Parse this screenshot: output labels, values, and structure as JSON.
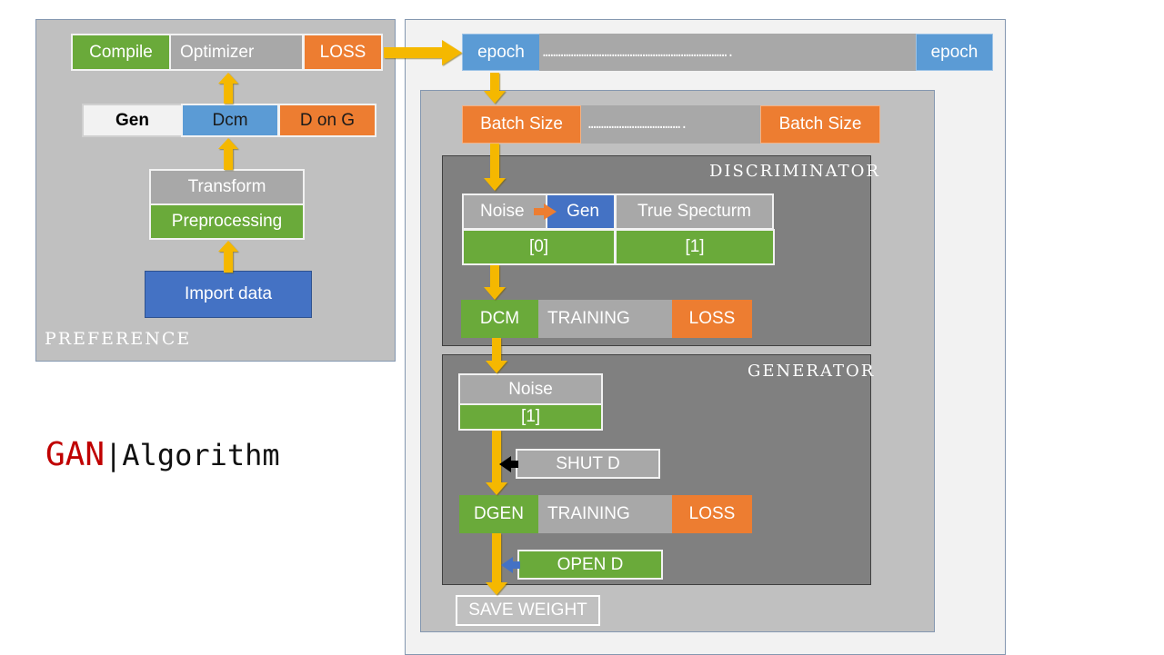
{
  "preference": {
    "label": "PREFERENCE",
    "compile": "Compile",
    "optimizer": "Optimizer",
    "loss": "LOSS",
    "gen": "Gen",
    "dcm": "Dcm",
    "d_on_g": "D on G",
    "transform": "Transform",
    "preprocessing": "Preprocessing",
    "import_data": "Import data"
  },
  "title": {
    "gan": "GAN",
    "sep": "|",
    "algorithm": "Algorithm"
  },
  "training": {
    "epoch_start": "epoch",
    "epoch_dots": "……………………………………………………………….",
    "epoch_end": "epoch",
    "batch_start": "Batch Size",
    "batch_dots": "……………………………….",
    "batch_end": "Batch Size",
    "save_weight": "SAVE WEIGHT"
  },
  "discriminator": {
    "label": "DISCRIMINATOR",
    "noise": "Noise",
    "gen": "Gen",
    "true_spectrum": "True Specturm",
    "label_zero": "[0]",
    "label_one": "[1]",
    "dcm": "DCM",
    "training": "TRAINING",
    "loss": "LOSS"
  },
  "generator": {
    "label": "GENERATOR",
    "noise": "Noise",
    "label_one": "[1]",
    "shut_d": "SHUT D",
    "dgen": "DGEN",
    "training": "TRAINING",
    "loss": "LOSS",
    "open_d": "OPEN D"
  },
  "colors": {
    "green": "#6aaa3a",
    "gray": "#a8a8a8",
    "orange": "#ed7d31",
    "light_blue": "#5b9bd5",
    "blue": "#4472c4",
    "arrow": "#f5b800",
    "title_red": "#c00000"
  }
}
